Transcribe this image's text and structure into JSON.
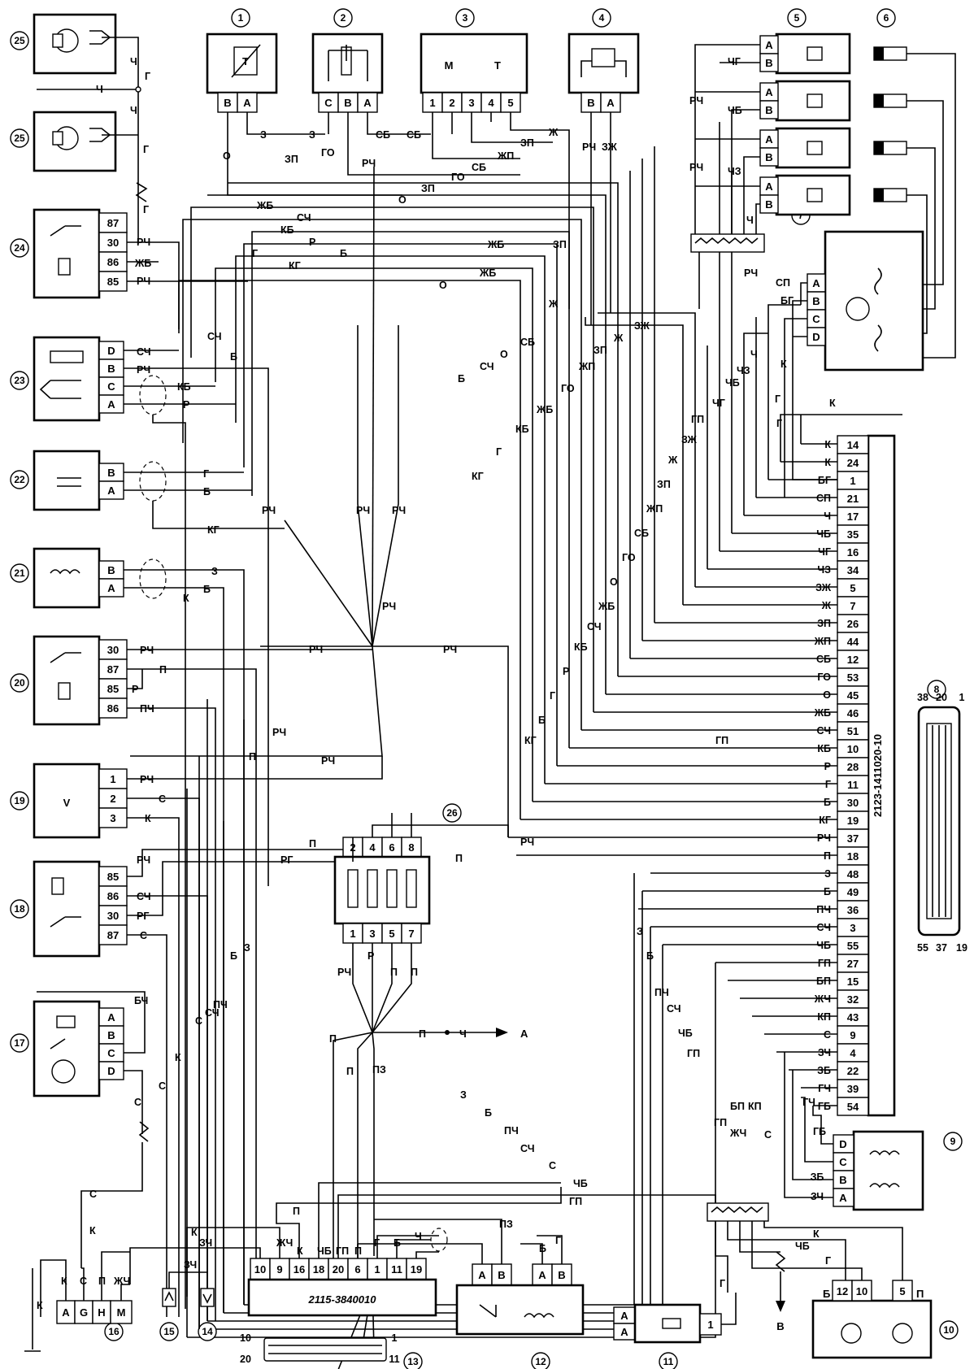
{
  "numbered_labels": [
    "1",
    "2",
    "3",
    "4",
    "5",
    "6",
    "7",
    "8",
    "9",
    "10",
    "11",
    "12",
    "13",
    "14",
    "15",
    "16",
    "17",
    "18",
    "19",
    "20",
    "21",
    "22",
    "23",
    "24",
    "25",
    "26"
  ],
  "ecu": {
    "part_number": "2123-1411020-10",
    "pins": [
      "14",
      "24",
      "1",
      "21",
      "17",
      "35",
      "16",
      "34",
      "5",
      "7",
      "26",
      "44",
      "12",
      "53",
      "45",
      "46",
      "51",
      "10",
      "28",
      "11",
      "30",
      "19",
      "37",
      "18",
      "48",
      "49",
      "36",
      "3",
      "55",
      "27",
      "15",
      "32",
      "43",
      "9",
      "4",
      "22",
      "39",
      "54"
    ],
    "wires": [
      "К",
      "К",
      "БГ",
      "СП",
      "Ч",
      "ЧБ",
      "ЧГ",
      "ЧЗ",
      "ЗЖ",
      "Ж",
      "ЗП",
      "ЖП",
      "СБ",
      "ГО",
      "О",
      "ЖБ",
      "СЧ",
      "КБ",
      "Р",
      "Г",
      "Б",
      "КГ",
      "РЧ",
      "П",
      "З",
      "Б",
      "ПЧ",
      "СЧ",
      "ЧБ",
      "ГП",
      "БП",
      "ЖЧ",
      "КП",
      "С",
      "ЗЧ",
      "ЗБ",
      "ГЧ",
      "ГБ"
    ]
  },
  "components": {
    "c1": {
      "pins": [
        "В",
        "А"
      ],
      "sym": "Т"
    },
    "c2": {
      "pins": [
        "С",
        "В",
        "А"
      ]
    },
    "c3": {
      "pins": [
        "1",
        "2",
        "3",
        "4",
        "5"
      ],
      "m": "М",
      "t": "Т"
    },
    "c4": {
      "pins": [
        "В",
        "А"
      ]
    },
    "c5": {
      "pins": [
        "А",
        "В"
      ]
    },
    "c7": {
      "pins": [
        "А",
        "В",
        "С",
        "D"
      ],
      "wires": [
        "СП",
        "БГ"
      ]
    },
    "c8": {
      "pins": [
        "38",
        "20",
        "1",
        "55",
        "37",
        "19"
      ]
    },
    "c9": {
      "pins": [
        "D",
        "С",
        "В",
        "А"
      ],
      "wires": [
        "ГБ",
        "ЗБ",
        "ЗЧ",
        "ГЧ"
      ]
    },
    "c10": {
      "pins": [
        "12",
        "10",
        "5"
      ],
      "b": "Б",
      "p": "П"
    },
    "c11": {
      "pins": [
        "А",
        "А",
        "1"
      ]
    },
    "c12": {
      "pins": [
        "А",
        "В",
        "А",
        "В"
      ]
    },
    "c13": {
      "part_number": "2115-3840010",
      "pins": [
        "10",
        "9",
        "16",
        "18",
        "20",
        "6",
        "1",
        "11",
        "19"
      ],
      "conn": [
        "10",
        "1",
        "20",
        "11"
      ]
    },
    "c16": {
      "pins": [
        "А",
        "G",
        "Н",
        "М"
      ]
    },
    "c17": {
      "pins": [
        "А",
        "В",
        "С",
        "D"
      ]
    },
    "c18": {
      "pins": [
        "85",
        "86",
        "30",
        "87"
      ]
    },
    "c19": {
      "pins": [
        "1",
        "2",
        "3"
      ],
      "sym": "V"
    },
    "c20": {
      "pins": [
        "30",
        "87",
        "85",
        "86"
      ]
    },
    "c21": {
      "pins": [
        "В",
        "А"
      ]
    },
    "c22": {
      "pins": [
        "В",
        "А"
      ]
    },
    "c23": {
      "pins": [
        "D",
        "В",
        "С",
        "А"
      ]
    },
    "c24": {
      "pins": [
        "87",
        "30",
        "86",
        "85"
      ]
    },
    "c26": {
      "pins": [
        "2",
        "4",
        "6",
        "8",
        "1",
        "3",
        "5",
        "7"
      ]
    }
  },
  "wires": [
    "Ч",
    "Г",
    "З",
    "ЗП",
    "ГО",
    "О",
    "СБ",
    "Ж",
    "ЖП",
    "ЗЖ",
    "РЧ",
    "ЖБ",
    "СЧ",
    "КБ",
    "Р",
    "Б",
    "КГ",
    "К",
    "П",
    "ПЧ",
    "С",
    "РГ",
    "БЧ",
    "ЖЧ",
    "ЗЧ",
    "ЧБ",
    "ГП",
    "ПЗ",
    "ЧГ",
    "ЧЗ",
    "БП",
    "КП",
    "Б"
  ],
  "outputs": {
    "a": "А",
    "v": "В"
  }
}
